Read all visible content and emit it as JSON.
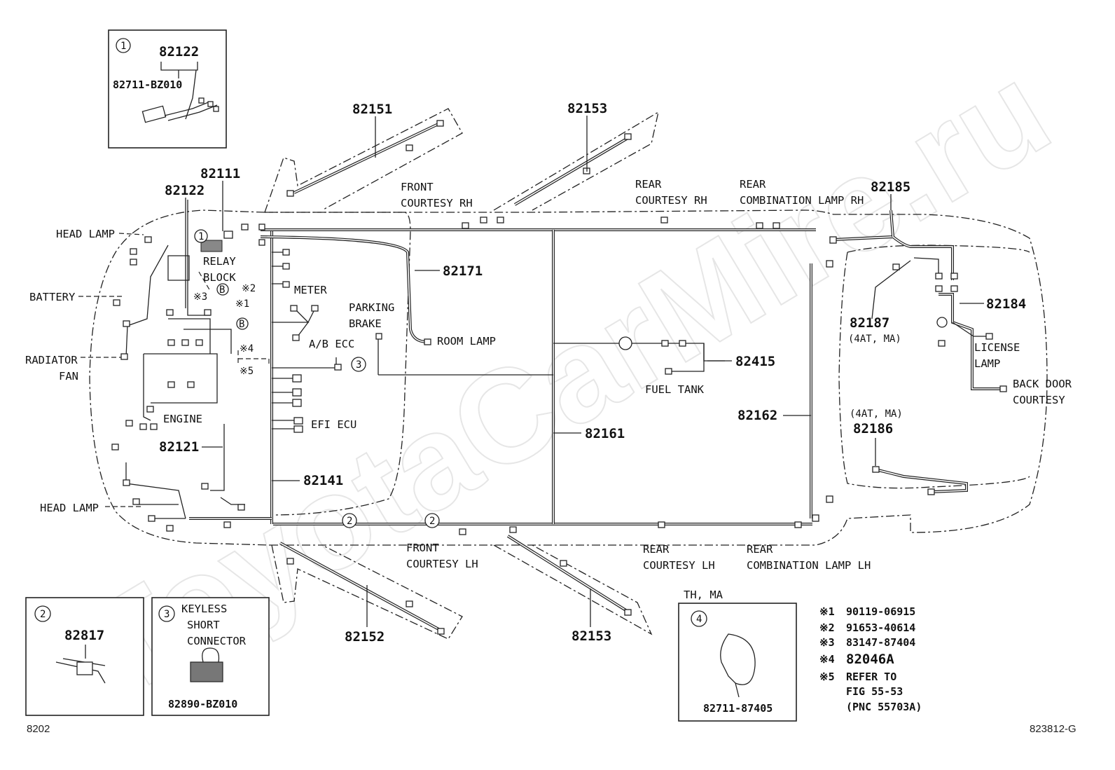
{
  "diagram": {
    "watermark": "ToyotaCarMire.ru",
    "footer_left": "8202",
    "footer_right": "823812-G",
    "parts": {
      "p82151": "82151",
      "p82153_top": "82153",
      "p82111": "82111",
      "p82122": "82122",
      "p82171": "82171",
      "p82185": "82185",
      "p82184": "82184",
      "p82187": "82187",
      "p82187_sub": "(4AT, MA)",
      "p82415": "82415",
      "p82162": "82162",
      "p82161": "82161",
      "p82186_sub": "(4AT, MA)",
      "p82186": "82186",
      "p82121": "82121",
      "p82141": "82141",
      "p82152": "82152",
      "p82153_bottom": "82153"
    },
    "labels": {
      "front_courtesy_rh_1": "FRONT",
      "front_courtesy_rh_2": "COURTESY RH",
      "rear_courtesy_rh_1": "REAR",
      "rear_courtesy_rh_2": "COURTESY RH",
      "rear_comb_rh_1": "REAR",
      "rear_comb_rh_2": "COMBINATION LAMP RH",
      "head_lamp_top": "HEAD LAMP",
      "relay_block_1": "RELAY",
      "relay_block_2": "BLOCK",
      "battery": "BATTERY",
      "radiator_fan_1": "RADIATOR",
      "radiator_fan_2": "FAN",
      "meter": "METER",
      "parking_brake_1": "PARKING",
      "parking_brake_2": "BRAKE",
      "room_lamp": "ROOM LAMP",
      "ab_ecc": "A/B ECC",
      "efi_ecu": "EFI ECU",
      "engine": "ENGINE",
      "fuel_tank": "FUEL TANK",
      "license_lamp_1": "LICENSE",
      "license_lamp_2": "LAMP",
      "back_door_1": "BACK DOOR",
      "back_door_2": "COURTESY",
      "head_lamp_bottom": "HEAD LAMP",
      "front_courtesy_lh_1": "FRONT",
      "front_courtesy_lh_2": "COURTESY LH",
      "rear_courtesy_lh_1": "REAR",
      "rear_courtesy_lh_2": "COURTESY LH",
      "rear_comb_lh_1": "REAR",
      "rear_comb_lh_2": "COMBINATION LAMP LH",
      "b_mark": "B",
      "x1": "※1",
      "x2": "※2",
      "x3": "※3",
      "x4": "※4",
      "x5": "※5"
    },
    "circles": {
      "c1": "1",
      "c2": "2",
      "c3": "3",
      "c4": "4"
    },
    "inset1": {
      "number": "1",
      "part_top": "82122",
      "part_left": "82711-BZ010"
    },
    "inset2": {
      "number": "2",
      "part": "82817"
    },
    "inset3": {
      "number": "3",
      "title_1": "KEYLESS",
      "title_2": "SHORT",
      "title_3": "CONNECTOR",
      "part": "82890-BZ010"
    },
    "inset4": {
      "variant": "TH, MA",
      "number": "4",
      "part": "82711-87405"
    },
    "notes": [
      {
        "mark": "※1",
        "text": "90119-06915"
      },
      {
        "mark": "※2",
        "text": "91653-40614"
      },
      {
        "mark": "※3",
        "text": "83147-87404"
      },
      {
        "mark": "※4",
        "text": "82046A"
      },
      {
        "mark": "※5",
        "text": "REFER TO"
      },
      {
        "mark": "",
        "text": "FIG 55-53"
      },
      {
        "mark": "",
        "text": "(PNC 55703A)"
      }
    ]
  }
}
